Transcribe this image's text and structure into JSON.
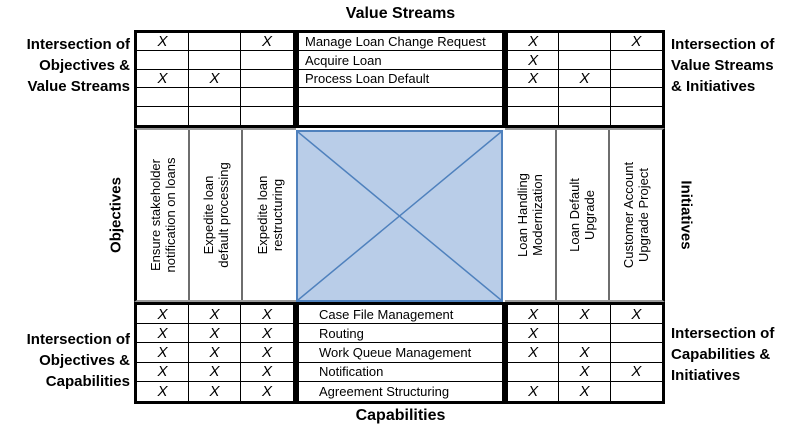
{
  "titles": {
    "value_streams": "Value Streams",
    "capabilities": "Capabilities",
    "objectives": "Objectives",
    "initiatives": "Initiatives"
  },
  "corner_labels": {
    "top_left": "Intersection of\nObjectives &\nValue Streams",
    "top_right": "Intersection of\nValue Streams\n& Initiatives",
    "bottom_left": "Intersection of\nObjectives &\nCapabilities",
    "bottom_right": "Intersection of\nCapabilities &\nInitiatives"
  },
  "value_streams": [
    "Manage Loan Change Request",
    "Acquire Loan",
    "Process Loan Default",
    "",
    ""
  ],
  "capabilities": [
    "Case File Management",
    "Routing",
    "Work Queue Management",
    "Notification",
    "Agreement Structuring"
  ],
  "objectives": [
    "Ensure stakeholder\nnotification on loans",
    "Expedite loan\ndefault processing",
    "Expedite loan\nrestructuring"
  ],
  "initiatives": [
    "Loan Handling\nModernization",
    "Loan Default\nUpgrade",
    "Customer Account\nUpgrade Project"
  ],
  "matrices": {
    "objectives_value_streams": [
      [
        "X",
        "",
        "X"
      ],
      [
        "",
        "",
        ""
      ],
      [
        "X",
        "X",
        ""
      ],
      [
        "",
        "",
        ""
      ],
      [
        "",
        "",
        ""
      ]
    ],
    "value_streams_initiatives": [
      [
        "X",
        "",
        "X"
      ],
      [
        "X",
        "",
        ""
      ],
      [
        "X",
        "X",
        ""
      ],
      [
        "",
        "",
        ""
      ],
      [
        "",
        "",
        ""
      ]
    ],
    "objectives_capabilities": [
      [
        "X",
        "X",
        "X"
      ],
      [
        "X",
        "X",
        "X"
      ],
      [
        "X",
        "X",
        "X"
      ],
      [
        "X",
        "X",
        "X"
      ],
      [
        "X",
        "X",
        "X"
      ]
    ],
    "capabilities_initiatives": [
      [
        "X",
        "X",
        "X"
      ],
      [
        "X",
        "",
        ""
      ],
      [
        "X",
        "X",
        ""
      ],
      [
        "",
        "X",
        "X"
      ],
      [
        "X",
        "X",
        ""
      ]
    ]
  },
  "colors": {
    "crossbox_fill": "#b9cde8",
    "crossbox_stroke": "#4f81bd",
    "grid_border": "#000000",
    "column_separator": "#6e6e6e"
  }
}
